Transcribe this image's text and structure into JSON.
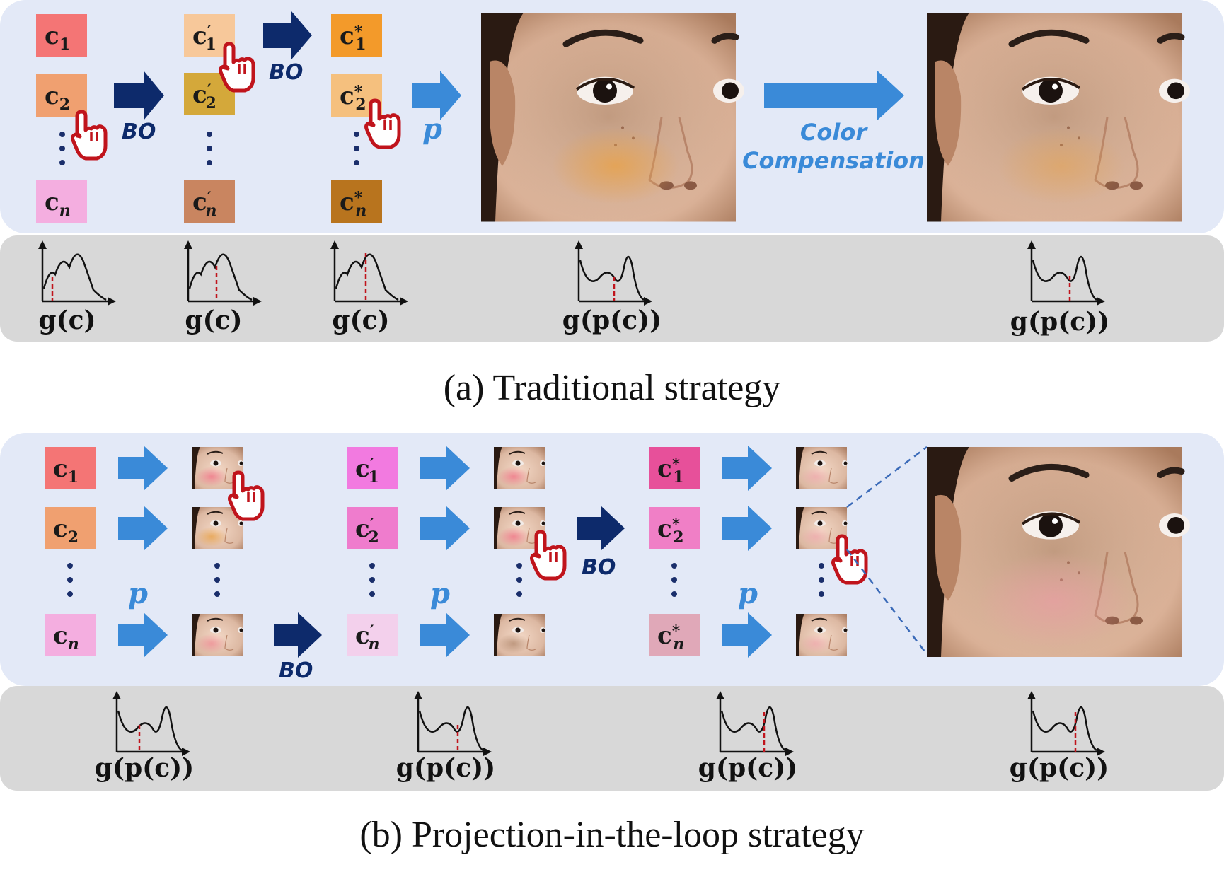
{
  "captions": {
    "a": "(a) Traditional strategy",
    "b": "(b) Projection-in-the-loop strategy"
  },
  "labels": {
    "bo": "BO",
    "projection": "p",
    "color_compensation_1": "Color",
    "color_compensation_2": "Compensation",
    "g_c": "g(c)",
    "g_p_c": "g(p(c))"
  },
  "swatch_colors": {
    "a_col1": [
      "#f47575",
      "#f0a070",
      "#f4aee0"
    ],
    "a_col2": [
      "#f7c89a",
      "#d4a83a",
      "#c98560"
    ],
    "a_col3": [
      "#f39a2a",
      "#f5c07e",
      "#b8741e"
    ],
    "b_col1": [
      "#f47575",
      "#f0a070",
      "#f4aee0"
    ],
    "b_col2": [
      "#f27ae0",
      "#ef7ccd",
      "#f3d0ec"
    ],
    "b_col3": [
      "#e7509a",
      "#f07fc6",
      "#e0a8b8"
    ]
  },
  "colors": {
    "panel_top": "#e3e9f7",
    "panel_bottom": "#d8d8d8",
    "arrow_dark": "#0d2a6b",
    "arrow_light": "#3a8ad8",
    "cursor": "#c0141c"
  }
}
